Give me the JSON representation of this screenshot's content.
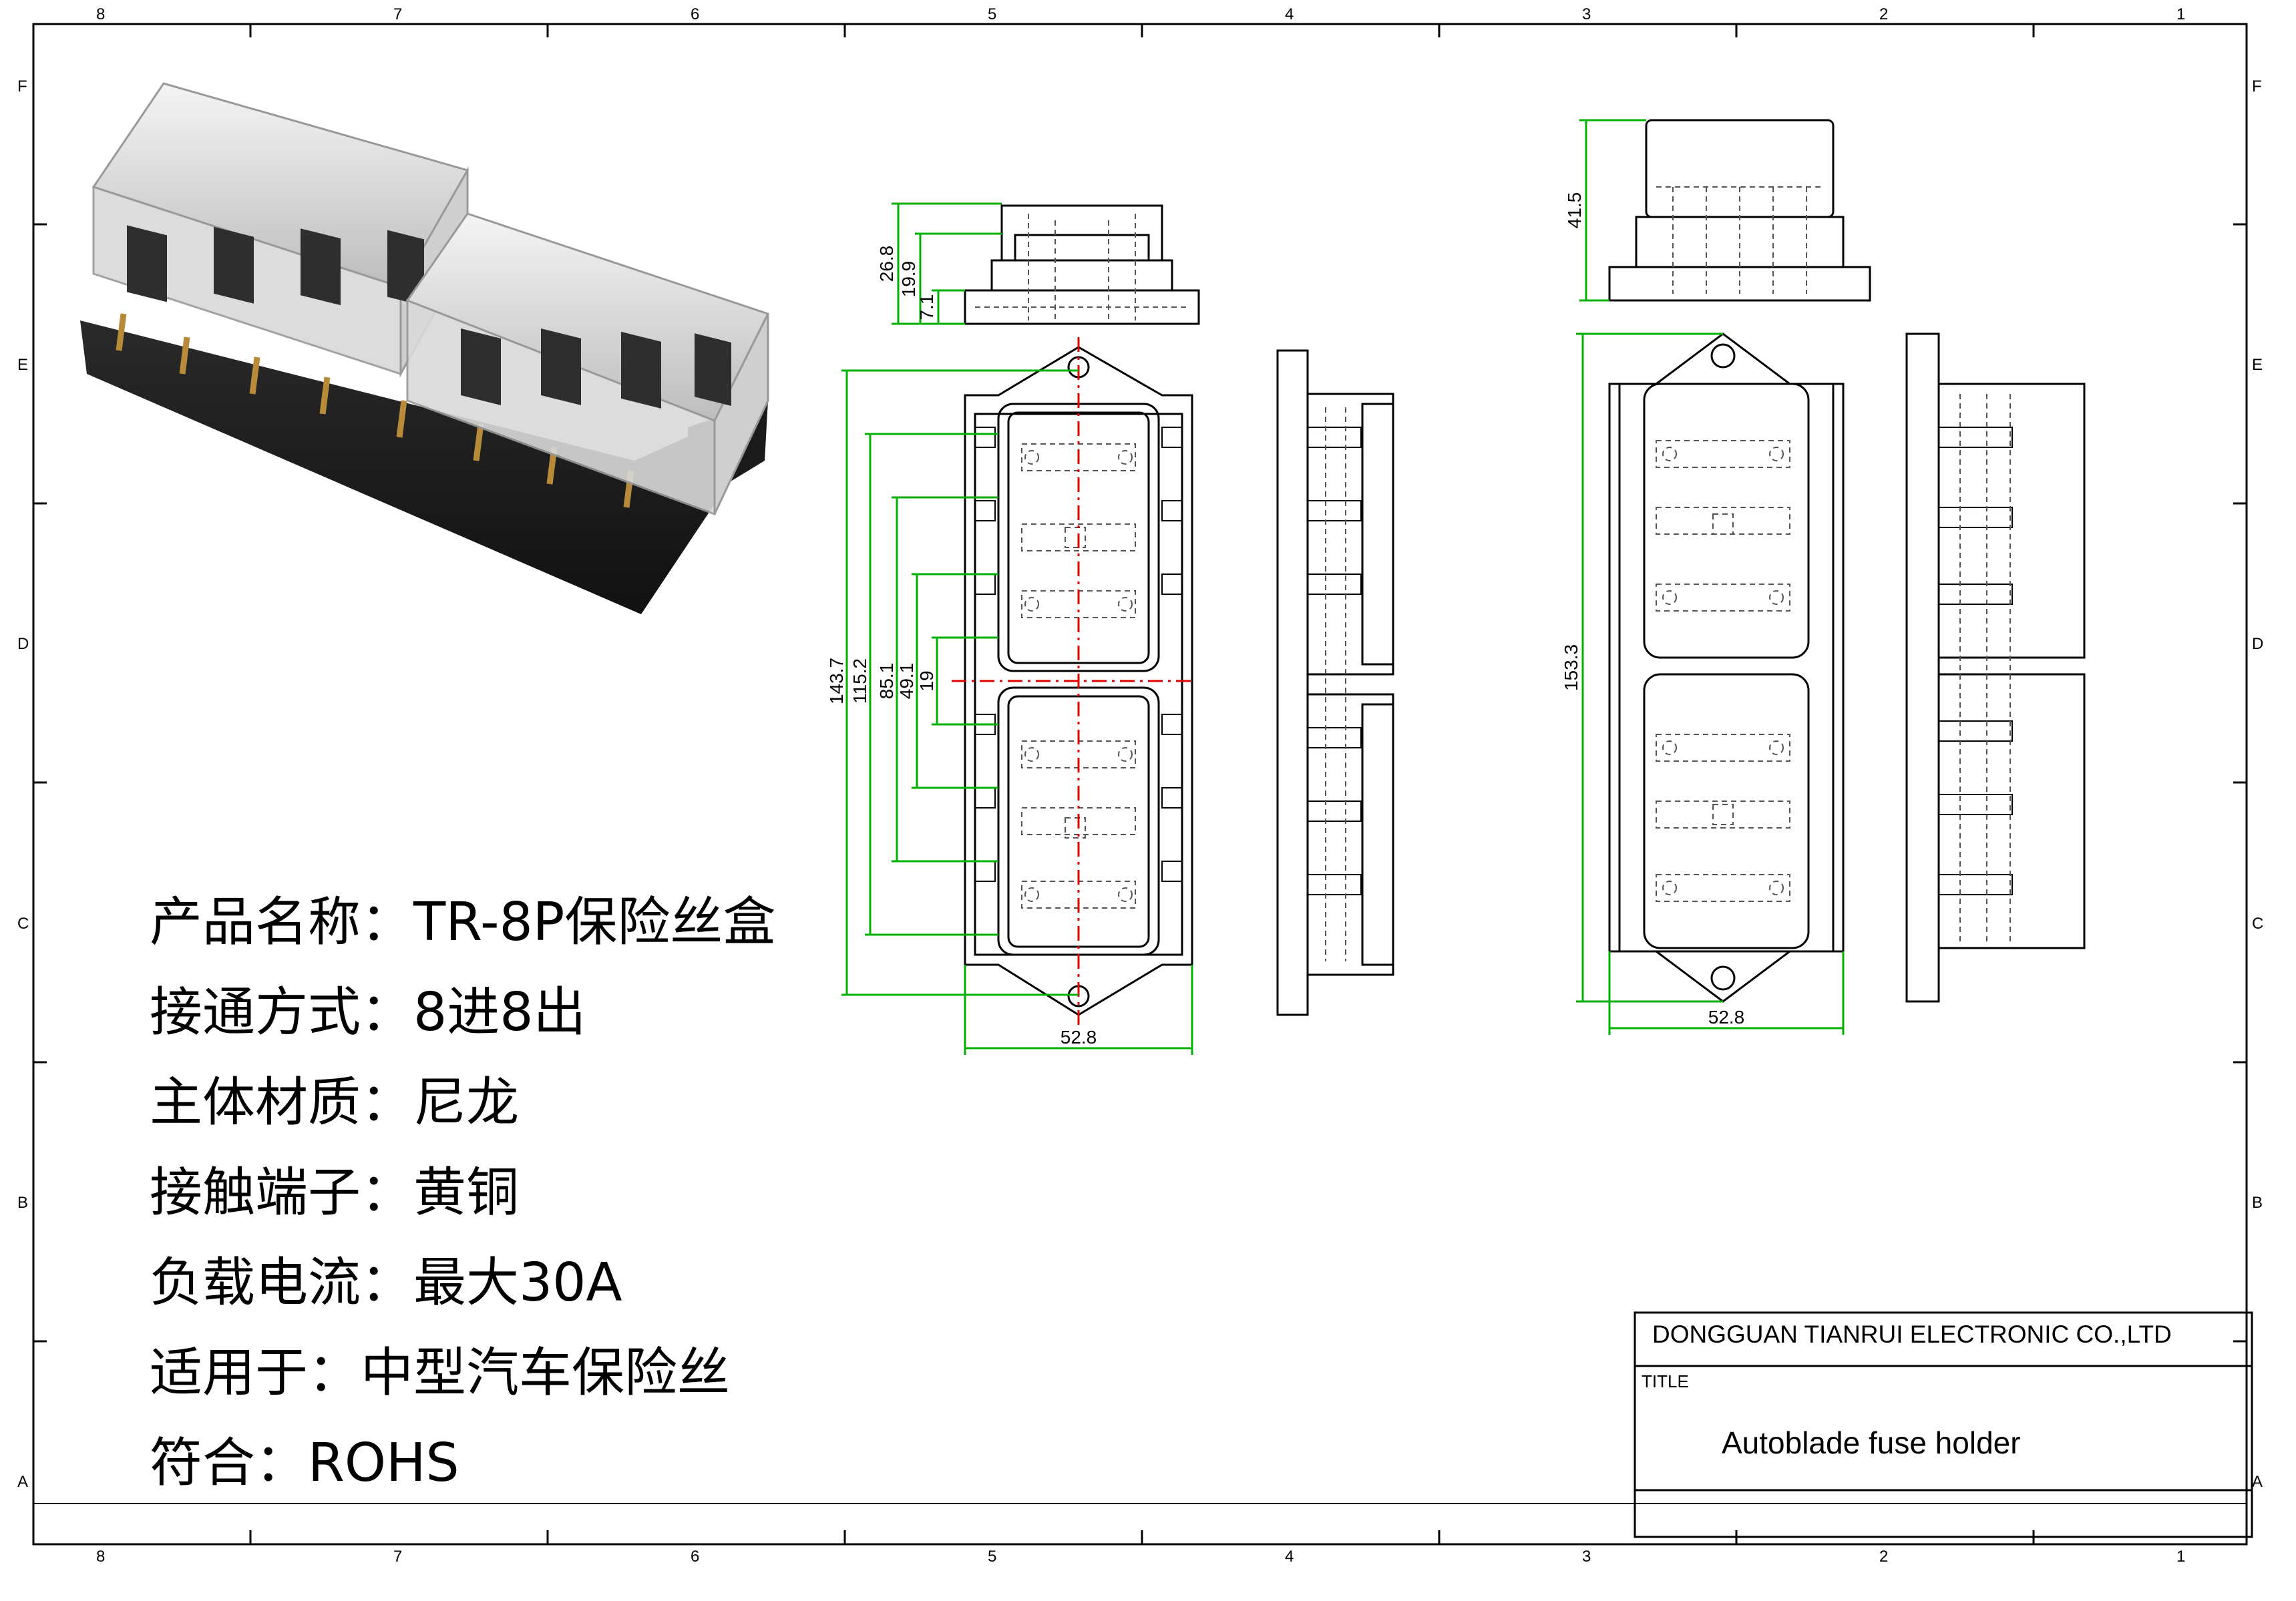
{
  "frame": {
    "columns": [
      "8",
      "7",
      "6",
      "5",
      "4",
      "3",
      "2",
      "1"
    ],
    "rows": [
      "F",
      "E",
      "D",
      "C",
      "B",
      "A"
    ]
  },
  "specs": [
    {
      "label": "产品名称",
      "value": "TR-8P保险丝盒"
    },
    {
      "label": "接通方式",
      "value": "8进8出"
    },
    {
      "label": "主体材质",
      "value": "尼龙"
    },
    {
      "label": "接触端子",
      "value": "黄铜"
    },
    {
      "label": "负载电流",
      "value": "最大30A"
    },
    {
      "label": "适用于",
      "value": "中型汽车保险丝"
    },
    {
      "label": "符合",
      "value": "ROHS"
    }
  ],
  "separator": "：",
  "dimensions": {
    "top_view": {
      "heights": [
        "26.8",
        "19.9",
        "7.1"
      ]
    },
    "front_view": {
      "lengths": [
        "143.7",
        "115.2",
        "85.1",
        "49.1",
        "19"
      ],
      "width": "52.8"
    },
    "rear_view": {
      "height": "41.5",
      "length": "153.3",
      "width": "52.8"
    }
  },
  "title_block": {
    "company": "DONGGUAN TIANRUI ELECTRONIC CO.,LTD",
    "title_label": "TITLE",
    "title": "Autoblade fuse holder"
  },
  "colors": {
    "dimension": "#00b000",
    "centerline": "#e00000",
    "outline": "#000000",
    "hidden": "#444444"
  }
}
